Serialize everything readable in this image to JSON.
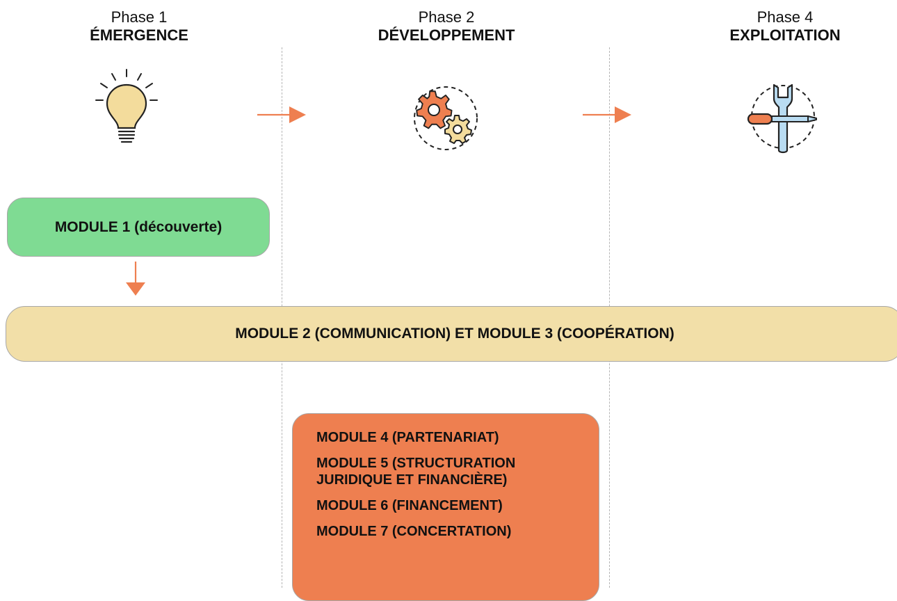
{
  "phases": [
    {
      "number": "Phase 1",
      "name": "ÉMERGENCE",
      "icon": "lightbulb-icon"
    },
    {
      "number": "Phase 2",
      "name": "DÉVELOPPEMENT",
      "icon": "gears-icon"
    },
    {
      "number": "Phase 4",
      "name": "EXPLOITATION",
      "icon": "tools-icon"
    }
  ],
  "modules": {
    "module1": "MODULE 1 (découverte)",
    "module2_3": "MODULE 2 (COMMUNICATION) ET MODULE 3 (COOPÉRATION)",
    "group": [
      "MODULE 4 (PARTENARIAT)",
      "MODULE 5 (STRUCTURATION JURIDIQUE ET FINANCIÈRE)",
      "MODULE 6 (FINANCEMENT)",
      "MODULE 7 (CONCERTATION)"
    ]
  },
  "colors": {
    "arrow": "#ee7f50",
    "module1": "#7fdb93",
    "module2_3": "#f2dfa8",
    "module4_7": "#ee7f50",
    "divider": "#b5b5b5"
  }
}
